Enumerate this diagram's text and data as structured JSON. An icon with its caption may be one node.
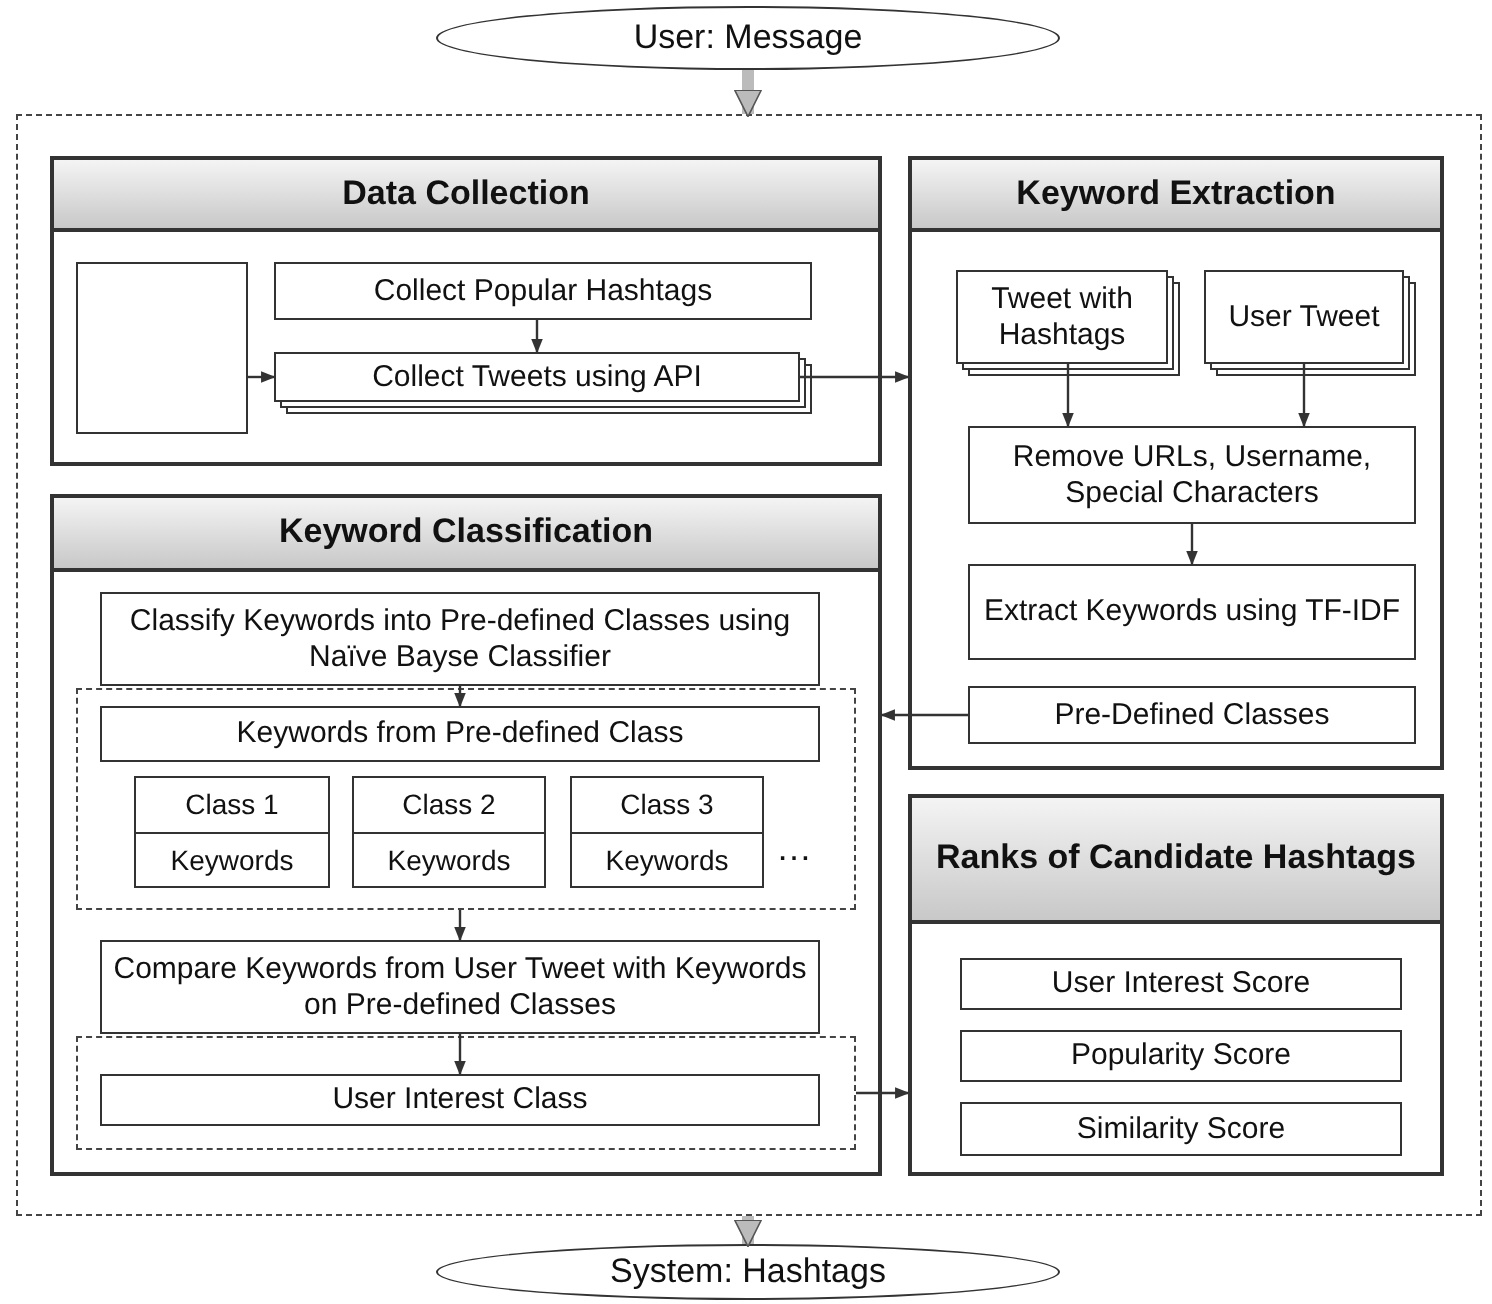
{
  "diagram": {
    "nodes": [
      {
        "text": [
          "User: Message"
        ]
      },
      {
        "text": [],
        "shape": "box"
      },
      {
        "text": [
          "Data Collection"
        ],
        "in": 1
      },
      {
        "text": [],
        "shape": "box",
        "in": 2
      },
      {
        "text": [
          "Collect Popular Hashtags"
        ],
        "in": 2
      },
      {
        "text": [
          "Collect Tweets using API"
        ],
        "in": 2
      },
      {
        "text": [
          "Keyword Extraction"
        ],
        "in": 1
      },
      {
        "text": [
          "Tweet with Hashtags"
        ],
        "in": 6
      },
      {
        "text": [
          "User Tweet"
        ],
        "in": 6
      },
      {
        "text": [
          "Remove URLs, Username, Special Characters"
        ],
        "in": 6
      },
      {
        "text": [
          "Extract Keywords using TF-IDF"
        ],
        "in": 6
      },
      {
        "text": [
          "Pre-Defined Classes"
        ],
        "in": 6
      },
      {
        "text": [
          "Keyword Classification"
        ],
        "in": 1
      },
      {
        "text": [
          "Classify Keywords into Pre-defined Classes using Naïve Bayse Classifier"
        ],
        "in": 12
      },
      {
        "text": [],
        "shape": "box",
        "in": 12
      },
      {
        "text": [
          "Keywords from Pre-defined Class"
        ],
        "in": 14
      },
      {
        "text": [
          "Class 1",
          "Keywords"
        ],
        "in": 14
      },
      {
        "text": [
          "Class 2",
          "Keywords"
        ],
        "in": 14
      },
      {
        "text": [
          "Class 3",
          "Keywords"
        ],
        "in": 14
      },
      {
        "text": [
          "Compare Keywords from User Tweet with Keywords on Pre-defined Classes"
        ],
        "in": 12
      },
      {
        "text": [],
        "shape": "box",
        "in": 12
      },
      {
        "text": [
          "User Interest Class"
        ],
        "in": 20
      },
      {
        "text": [
          "Ranks of Candidate Hashtags"
        ],
        "in": 1
      },
      {
        "text": [
          "User Interest Score"
        ],
        "in": 22
      },
      {
        "text": [
          "Popularity Score"
        ],
        "in": 22
      },
      {
        "text": [
          "Similarity Score"
        ],
        "in": 22
      },
      {
        "text": [
          "System: Hashtags"
        ]
      }
    ],
    "edges": [
      {
        "from": 0,
        "to": 1,
        "arrow": "to",
        "style": "thick",
        "color": "#bbbbbb"
      },
      {
        "from": 3,
        "to": 5,
        "arrow": "to"
      },
      {
        "from": 4,
        "to": 5,
        "arrow": "to"
      },
      {
        "from": 5,
        "to": 6,
        "arrow": "to"
      },
      {
        "from": 7,
        "to": 9,
        "arrow": "to"
      },
      {
        "from": 8,
        "to": 9,
        "arrow": "to"
      },
      {
        "from": 9,
        "to": 10,
        "arrow": "to"
      },
      {
        "from": 11,
        "to": 12,
        "arrow": "to"
      },
      {
        "from": 13,
        "to": 15,
        "arrow": "to"
      },
      {
        "from": 14,
        "to": 19,
        "arrow": "to"
      },
      {
        "from": 19,
        "to": 21,
        "arrow": "to"
      },
      {
        "from": 20,
        "to": 22,
        "arrow": "to"
      },
      {
        "from": 1,
        "to": 26,
        "arrow": "to",
        "style": "thick",
        "color": "#bbbbbb"
      }
    ],
    "labels": [
      "…"
    ]
  }
}
